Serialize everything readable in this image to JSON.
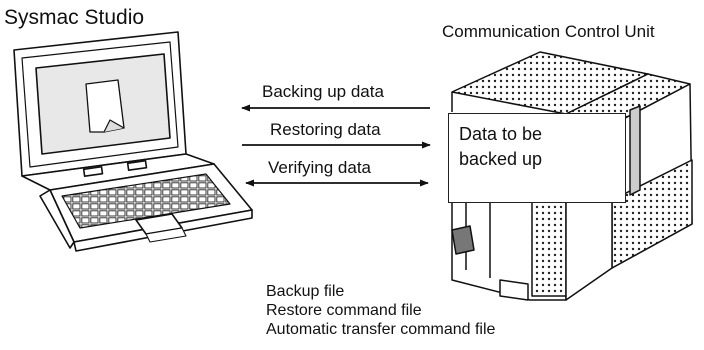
{
  "labels": {
    "sysmac_studio": "Sysmac Studio",
    "communication_control_unit": "Communication Control Unit"
  },
  "arrows": {
    "backing_up": "Backing up data",
    "restoring": "Restoring data",
    "verifying": "Verifying data"
  },
  "data_box": {
    "text": "Data to be\nbacked up"
  },
  "files": [
    "Backup file",
    "Restore command file",
    "Automatic transfer command file"
  ]
}
